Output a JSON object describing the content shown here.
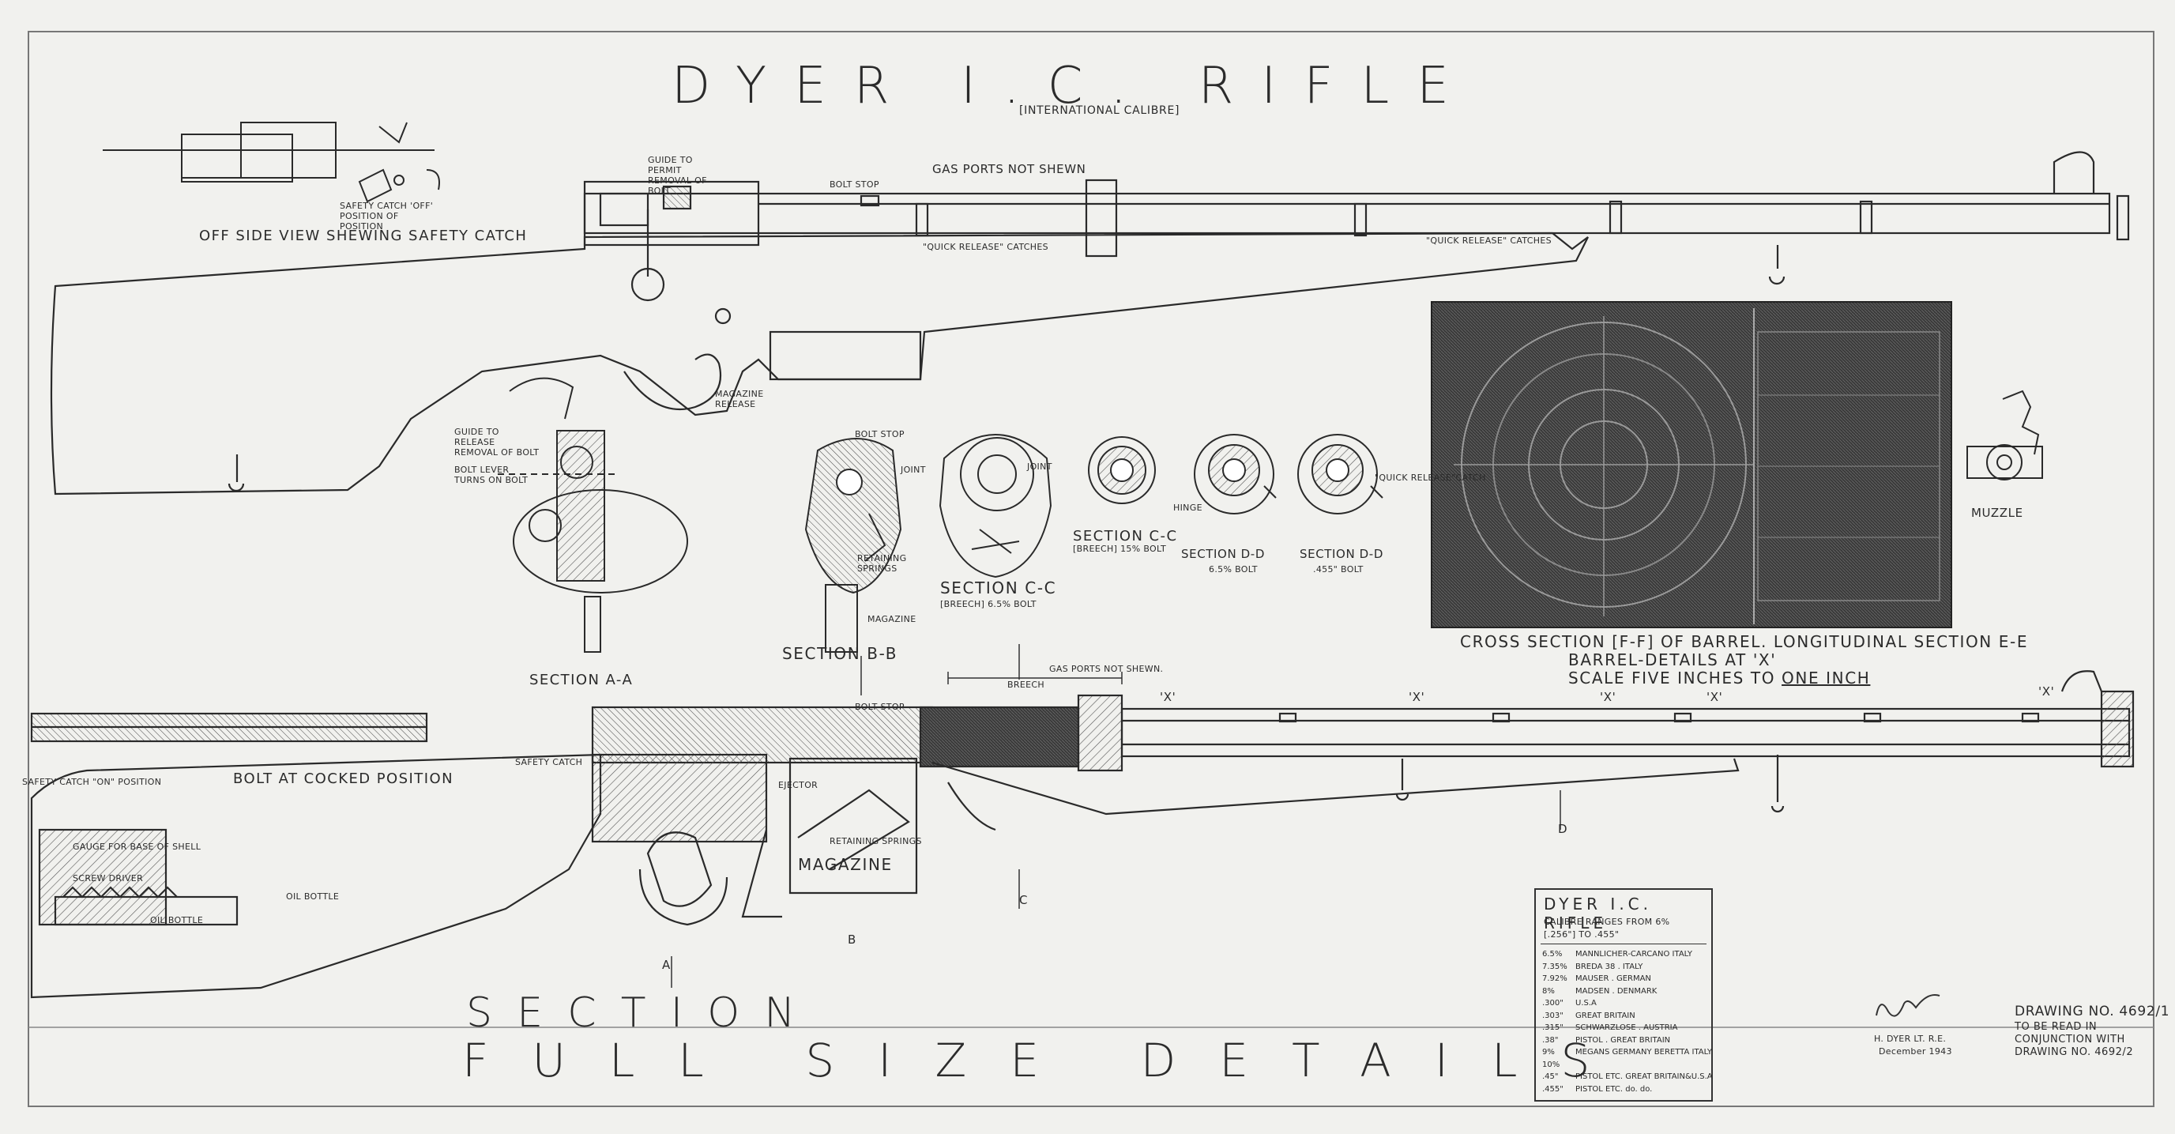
{
  "title": {
    "main": "DYER I.C. RIFLE",
    "sub": "[INTERNATIONAL CALIBRE]"
  },
  "labels": {
    "offside_view": "OFF SIDE VIEW SHEWING SAFETY CATCH",
    "safety_catch_off": "SAFETY CATCH 'OFF' POSITION OF POSITION",
    "guide_top": "GUIDE TO PERMIT REMOVAL OF BOLT",
    "bolt_stop_top": "BOLT STOP",
    "gas_ports_top": "GAS PORTS NOT SHEWN",
    "quick_release_1": "\"QUICK RELEASE\" CATCHES",
    "quick_release_2": "\"QUICK RELEASE\" CATCHES",
    "magazine_release": "MAGAZINE RELEASE",
    "guide_release": "GUIDE TO RELEASE REMOVAL OF BOLT",
    "bolt_lever": "BOLT LEVER TURNS ON BOLT",
    "section_aa": "SECTION A-A",
    "bolt_stop_mid": "BOLT STOP",
    "joint_1": "JOINT",
    "joint_2": "JOINT",
    "retaining_spring": "RETAINING SPRINGS",
    "magazine_small": "MAGAZINE",
    "section_bb": "SECTION B-B",
    "section_cc_1": "SECTION C-C",
    "breech_1": "[BREECH] 6.5% BOLT",
    "section_cc_2": "SECTION C-C",
    "breech_2": "[BREECH] 15% BOLT",
    "hinge": "HINGE",
    "section_dd_1": "SECTION D-D",
    "bore_1": "6.5% BOLT",
    "section_dd_2": "SECTION D-D",
    "bore_2": ".455\" BOLT",
    "quick_release_3": "\"QUICK RELEASE\"CATCH",
    "muzzle": "MUZZLE",
    "cross_section": "CROSS SECTION [F-F] OF BARREL. LONGITUDINAL SECTION E-E",
    "barrel_details": "BARREL-DETAILS AT 'X'",
    "scale": "SCALE FIVE INCHES TO",
    "scale_unit": "ONE INCH",
    "x1": "'X'",
    "x2": "'X'",
    "x3": "'X'",
    "x4": "'X'",
    "x5": "'X'",
    "gas_ports_mid": "GAS PORTS NOT SHEWN.",
    "breech_mid": "BREECH",
    "bolt_stop_low": "BOLT STOP",
    "bolt_cocked": "BOLT AT COCKED POSITION",
    "safety_on": "SAFETY CATCH \"ON\" POSITION",
    "safety_catch": "SAFETY CATCH",
    "ejector": "EJECTOR",
    "retaining_spring_low": "RETAINING SPRINGS",
    "magazine_big": "MAGAZINE",
    "gauge": "GAUGE FOR BASE OF SHELL",
    "screw": "SCREW DRIVER",
    "oil_bottle": "OIL BOTTLE",
    "oil_bottle_2": "OIL BOTTLE",
    "section_big": "SECTION",
    "full_size": "FULL SIZE DETAILS",
    "d_mark": "D",
    "c_mark": "C",
    "b_mark": "B",
    "a_mark": "A"
  },
  "calibre_table": {
    "title": "DYER I.C. RIFLE",
    "subtitle": "CALIBRE RANGES FROM 6%",
    "subtitle2": "[.256\"] TO .455\"",
    "rows": [
      {
        "cal": "6.5%",
        "desc": "MANNLICHER-CARCANO ITALY"
      },
      {
        "cal": "7.35%",
        "desc": "BREDA 38 . ITALY"
      },
      {
        "cal": "7.92%",
        "desc": "MAUSER . GERMAN"
      },
      {
        "cal": "8%",
        "desc": "MADSEN . DENMARK"
      },
      {
        "cal": ".300\"",
        "desc": "U.S.A"
      },
      {
        "cal": ".303\"",
        "desc": "GREAT BRITAIN"
      },
      {
        "cal": ".315\"",
        "desc": "SCHWARZLOSE . AUSTRIA"
      },
      {
        "cal": ".38\"",
        "desc": "PISTOL . GREAT BRITAIN"
      },
      {
        "cal": "9%",
        "desc": "MEGANS GERMANY BERETTA ITALY"
      },
      {
        "cal": "10%",
        "desc": ""
      },
      {
        "cal": ".45\"",
        "desc": "PISTOL ETC. GREAT BRITAIN&U.S.A"
      },
      {
        "cal": ".455\"",
        "desc": "PISTOL ETC. do. do."
      }
    ]
  },
  "signature": {
    "initials": "H. Dyer",
    "name": "H. DYER LT. R.E.",
    "date": "December 1943"
  },
  "drawing_ref": {
    "number": "DRAWING NO. 4692/1",
    "line1": "TO BE READ IN",
    "line2": "CONJUNCTION WITH",
    "line3": "DRAWING NO. 4692/2"
  }
}
